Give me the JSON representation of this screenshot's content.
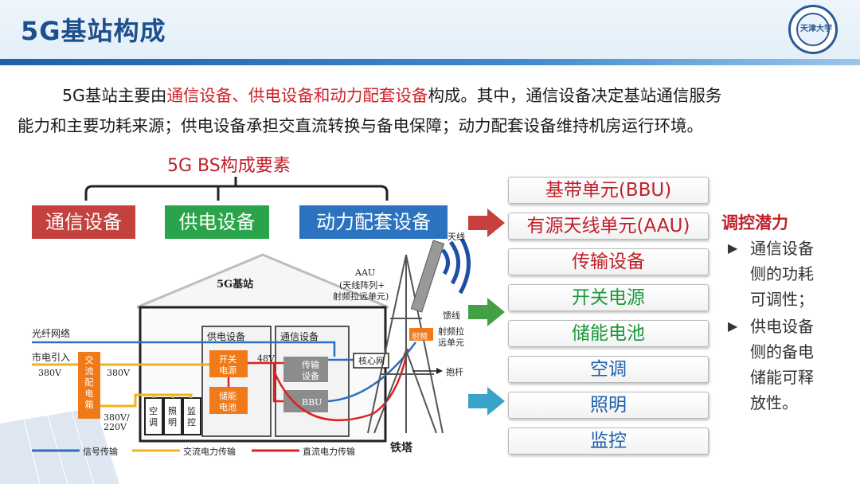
{
  "header": {
    "title": "5G基站构成",
    "logo_text": "天津大学"
  },
  "intro": {
    "p1_a": "5G基站主要由",
    "p1_b": "通信设备、供电设备和动力配套设备",
    "p1_c": "构成。其中，通信设备决定基站通信服务",
    "p2": "能力和主要功耗来源；供电设备承担交直流转换与备电保障；动力配套设备维持机房运行环境。"
  },
  "tree": {
    "root": "5G BS构成要素",
    "categories": [
      {
        "label": "通信设备",
        "color": "#c4413e"
      },
      {
        "label": "供电设备",
        "color": "#2aa34a"
      },
      {
        "label": "动力配套设备",
        "color": "#2b73bf"
      }
    ]
  },
  "components": [
    {
      "label": "基带单元(BBU)",
      "color": "#c0202a"
    },
    {
      "label": "有源天线单元(AAU)",
      "color": "#c0202a"
    },
    {
      "label": "传输设备",
      "color": "#c0202a"
    },
    {
      "label": "开关电源",
      "color": "#1a9a3c"
    },
    {
      "label": "储能电池",
      "color": "#1a9a3c"
    },
    {
      "label": "空调",
      "color": "#1b5fad"
    },
    {
      "label": "照明",
      "color": "#1b5fad"
    },
    {
      "label": "监控",
      "color": "#1b5fad"
    }
  ],
  "arrows": {
    "red": "#c8403c",
    "green": "#43a047",
    "blue": "#3aa3c8"
  },
  "potential": {
    "title": "调控潜力",
    "item1": [
      "通信设备",
      "侧的功耗",
      "可调性；"
    ],
    "item2": [
      "供电设备",
      "侧的备电",
      "储能可释",
      "放性。"
    ]
  },
  "diagram": {
    "station_title": "5G基站",
    "fiber": "光纤网络",
    "mains": "市电引入",
    "v380a": "380V",
    "v380b": "380V",
    "v380c": "380V/",
    "v220": "220V",
    "v48": "48V",
    "ac_dist": "交流配电箱",
    "power_group": "供电设备",
    "comm_group": "通信设备",
    "rectifier": [
      "开关",
      "电源"
    ],
    "battery": [
      "储能",
      "电池"
    ],
    "transport": [
      "传输",
      "设备"
    ],
    "bbu": "BBU",
    "core": "核心网",
    "ac": [
      "空",
      "调"
    ],
    "light": [
      "照",
      "明"
    ],
    "monitor": [
      "监",
      "控"
    ],
    "antenna": "天线",
    "aau_title": "AAU",
    "aau_desc1": "(天线阵列+",
    "aau_desc2": "射频拉远单元)",
    "feeder": "馈线",
    "rru": [
      "射频拉",
      "远单元"
    ],
    "rf": "射频",
    "pole": "抱杆",
    "tower": "铁塔",
    "legend": {
      "signal": "信号传输",
      "ac": "交流电力传输",
      "dc": "直流电力传输"
    }
  }
}
